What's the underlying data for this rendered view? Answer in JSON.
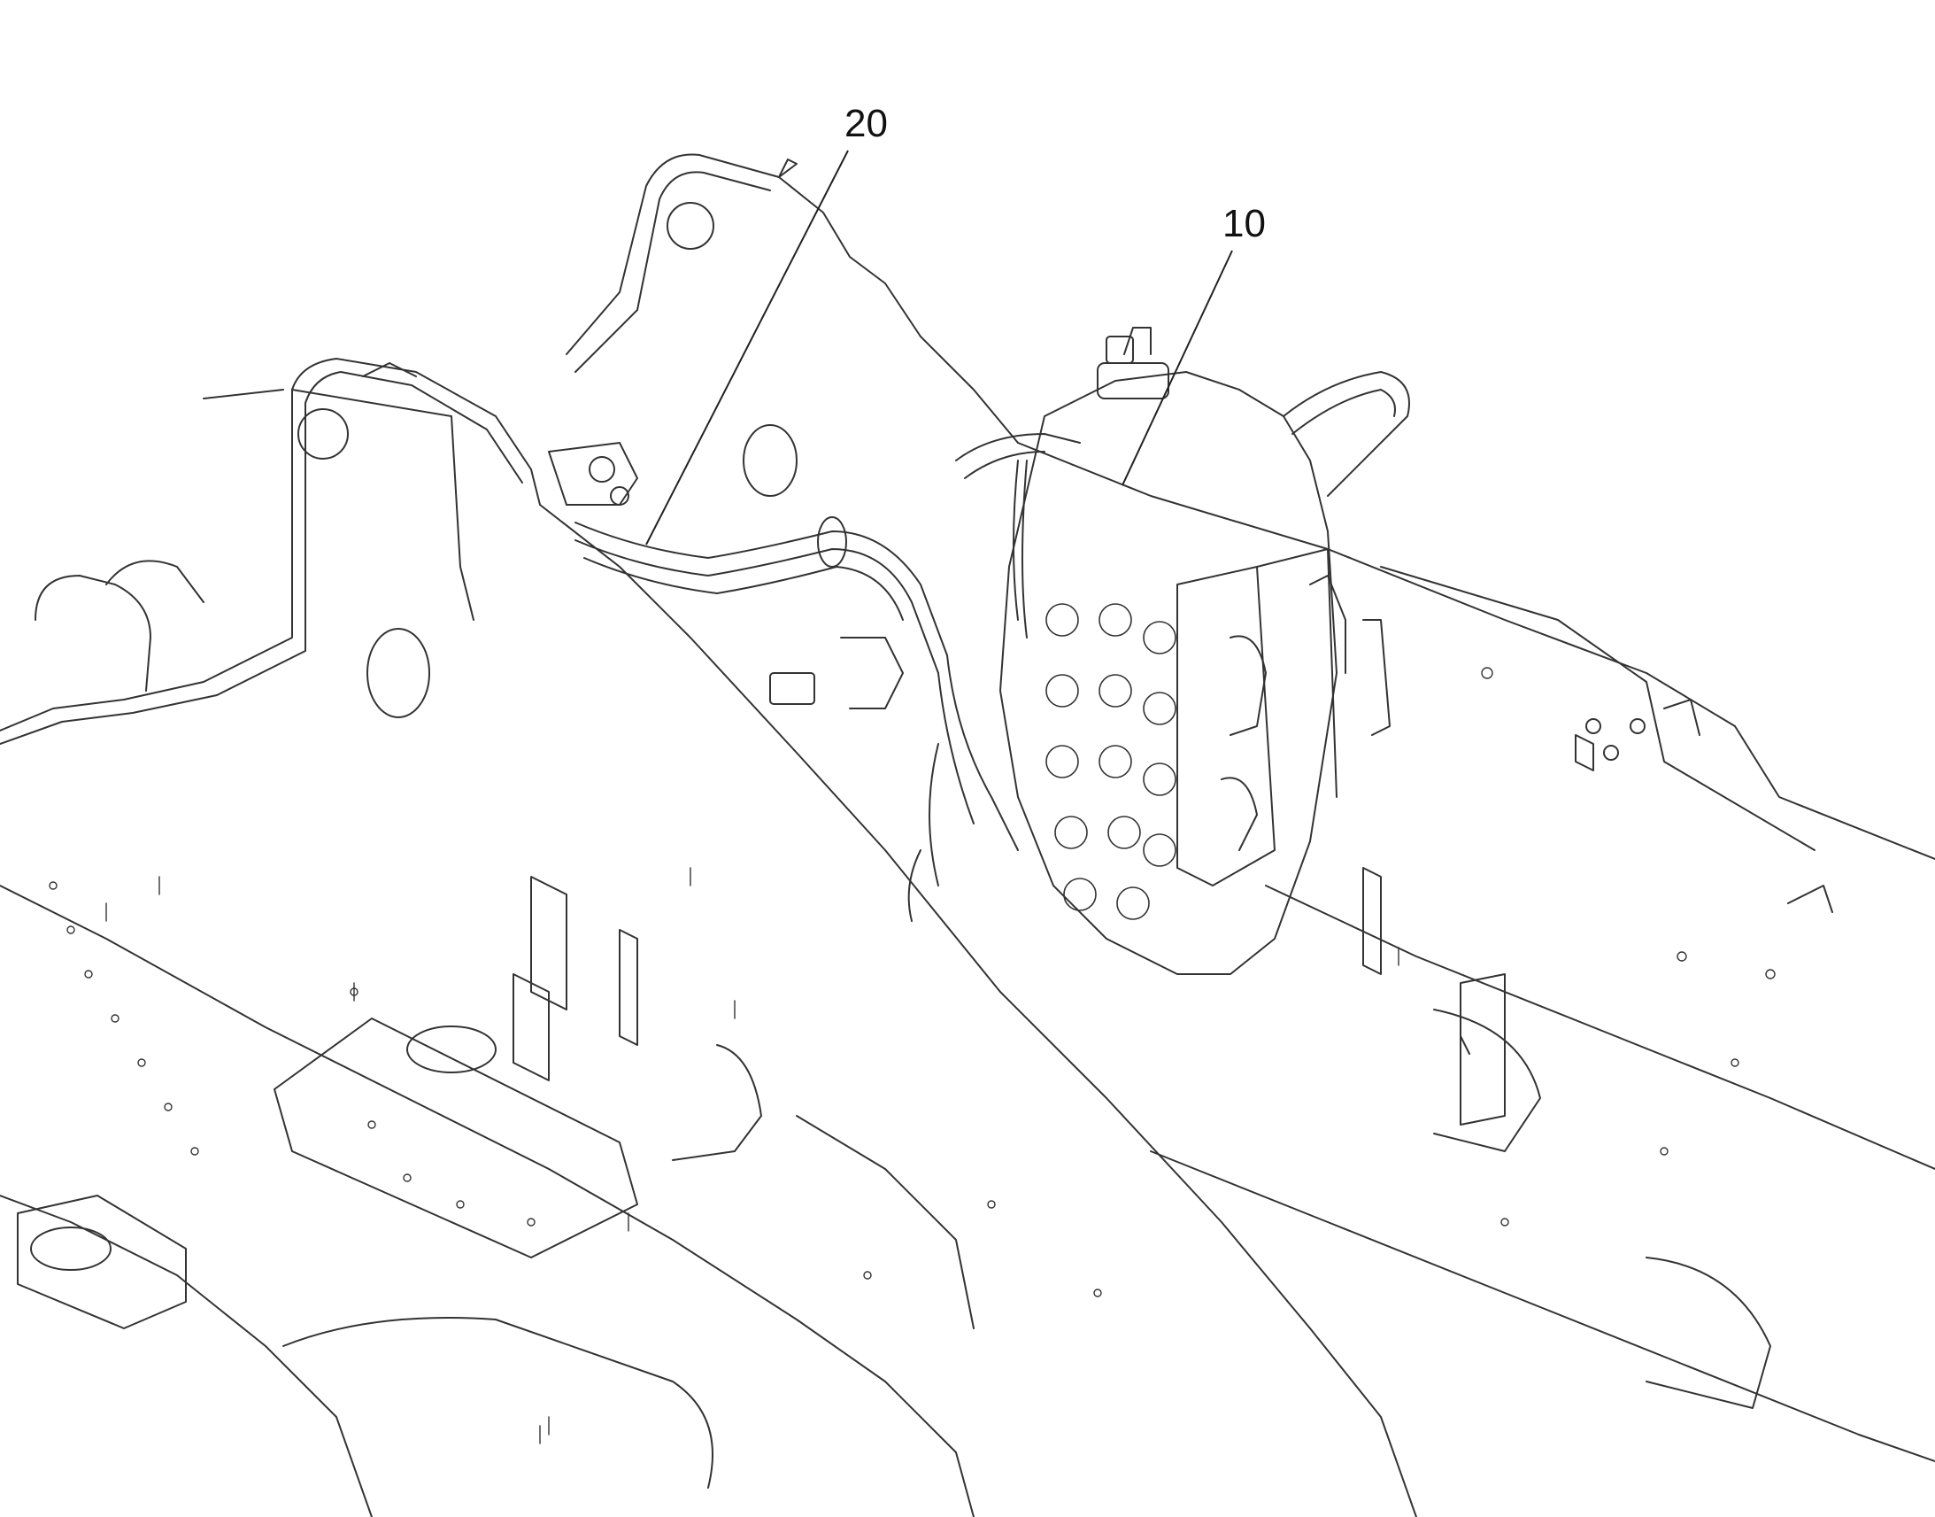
{
  "callouts": [
    {
      "id": "callout-20",
      "label": "20"
    },
    {
      "id": "callout-10",
      "label": "10"
    }
  ],
  "colors": {
    "line": "#222222",
    "thin": "#555555",
    "background": "#ffffff"
  }
}
